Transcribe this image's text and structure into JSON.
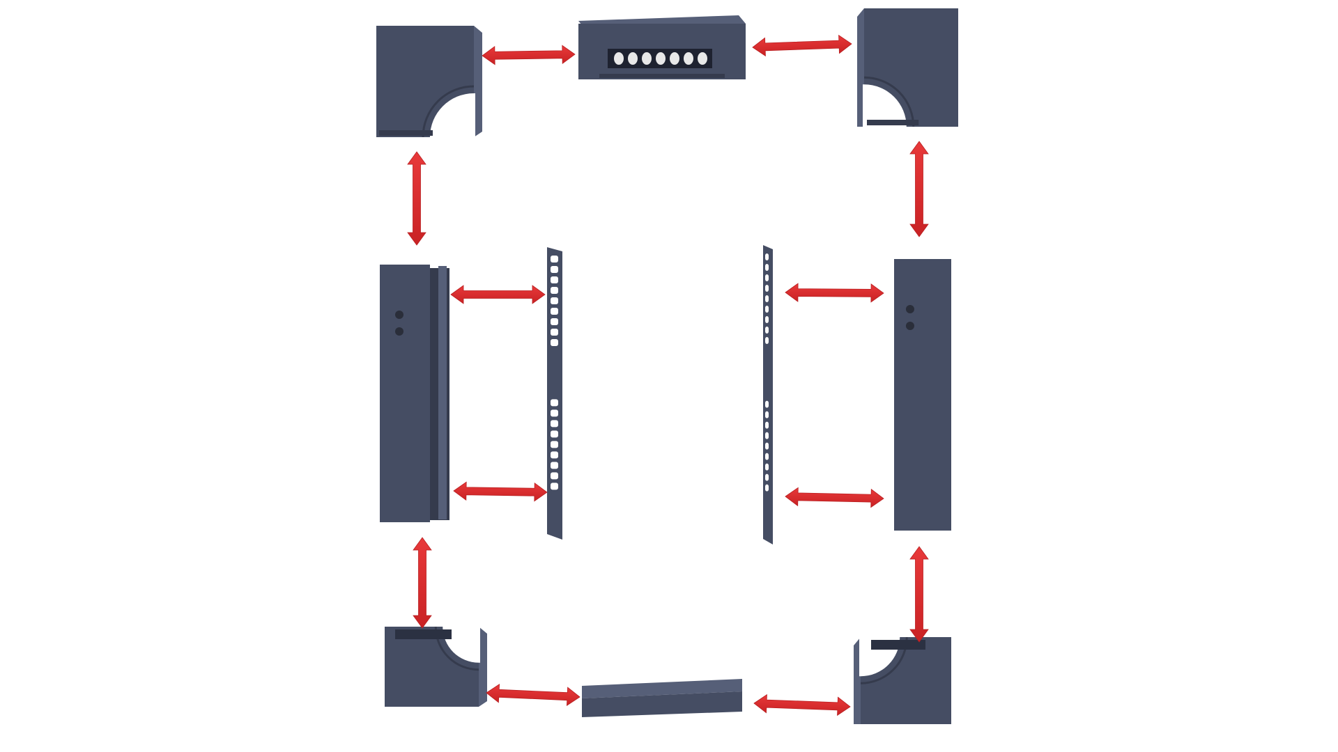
{
  "colors": {
    "part_fill": "#454d63",
    "part_shade": "#353b4d",
    "part_side": "#565f78",
    "part_highlight": "#6a7390",
    "arrow": "#e0282a",
    "arrow_shade": "#b81f21",
    "screw": "#2a2e3a",
    "background": "#ffffff"
  },
  "diagram": {
    "type": "exploded-assembly",
    "parts": [
      {
        "name": "top-left-corner-piece",
        "kind": "corner",
        "orientation": "top-left"
      },
      {
        "name": "top-center-switch-bar",
        "kind": "switch-bar"
      },
      {
        "name": "top-right-corner-piece",
        "kind": "corner",
        "orientation": "top-right"
      },
      {
        "name": "left-side-panel",
        "kind": "side-panel",
        "screws": 2
      },
      {
        "name": "left-rack-rail",
        "kind": "rail",
        "holes": 18
      },
      {
        "name": "right-rack-rail",
        "kind": "rail",
        "holes": 18
      },
      {
        "name": "right-side-panel",
        "kind": "side-panel",
        "screws": 2
      },
      {
        "name": "bottom-left-corner-piece",
        "kind": "corner",
        "orientation": "bottom-left"
      },
      {
        "name": "bottom-center-bar",
        "kind": "bar"
      },
      {
        "name": "bottom-right-corner-piece",
        "kind": "corner",
        "orientation": "bottom-right"
      }
    ],
    "connections": [
      {
        "name": "arrow-top-left-to-switch",
        "from": "top-left-corner-piece",
        "to": "top-center-switch-bar"
      },
      {
        "name": "arrow-switch-to-top-right",
        "from": "top-center-switch-bar",
        "to": "top-right-corner-piece"
      },
      {
        "name": "arrow-top-left-to-left-panel",
        "from": "top-left-corner-piece",
        "to": "left-side-panel"
      },
      {
        "name": "arrow-top-right-to-right-panel",
        "from": "top-right-corner-piece",
        "to": "right-side-panel"
      },
      {
        "name": "arrow-left-panel-to-left-rail-upper",
        "from": "left-side-panel",
        "to": "left-rack-rail"
      },
      {
        "name": "arrow-left-panel-to-left-rail-lower",
        "from": "left-side-panel",
        "to": "left-rack-rail"
      },
      {
        "name": "arrow-right-rail-to-right-panel-upper",
        "from": "right-rack-rail",
        "to": "right-side-panel"
      },
      {
        "name": "arrow-right-rail-to-right-panel-lower",
        "from": "right-rack-rail",
        "to": "right-side-panel"
      },
      {
        "name": "arrow-left-panel-to-bottom-left",
        "from": "left-side-panel",
        "to": "bottom-left-corner-piece"
      },
      {
        "name": "arrow-right-panel-to-bottom-right",
        "from": "right-side-panel",
        "to": "bottom-right-corner-piece"
      },
      {
        "name": "arrow-bottom-left-to-bottom-bar",
        "from": "bottom-left-corner-piece",
        "to": "bottom-center-bar"
      },
      {
        "name": "arrow-bottom-bar-to-bottom-right",
        "from": "bottom-center-bar",
        "to": "bottom-right-corner-piece"
      }
    ]
  }
}
